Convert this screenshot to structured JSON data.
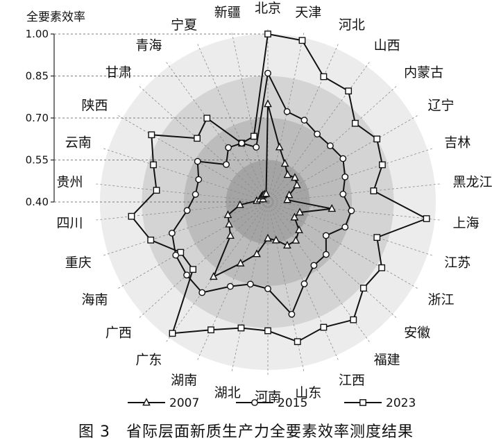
{
  "caption": "图 3　省际层面新质生产力全要素效率测度结果",
  "chart_data": {
    "type": "radar",
    "ylabel": "全要素效率",
    "rlim": [
      0.4,
      1.0
    ],
    "ticks": [
      "0.40",
      "0.55",
      "0.70",
      "0.85",
      "1.00"
    ],
    "tick_values": [
      0.4,
      0.55,
      0.7,
      0.85,
      1.0
    ],
    "categories": [
      "北京",
      "天津",
      "河北",
      "山西",
      "内蒙古",
      "辽宁",
      "吉林",
      "黑龙江",
      "上海",
      "江苏",
      "浙江",
      "安徽",
      "福建",
      "江西",
      "山东",
      "河南",
      "湖北",
      "湖南",
      "广东",
      "广西",
      "海南",
      "重庆",
      "四川",
      "贵州",
      "云南",
      "陕西",
      "甘肃",
      "青海",
      "宁夏",
      "新疆"
    ],
    "series": [
      {
        "name": "2007",
        "marker": "triangle",
        "values": [
          0.75,
          0.6,
          0.55,
          0.52,
          0.53,
          0.52,
          0.48,
          0.47,
          0.63,
          0.52,
          0.51,
          0.55,
          0.57,
          0.57,
          0.54,
          0.53,
          0.59,
          0.64,
          0.73,
          0.58,
          0.56,
          0.55,
          0.5,
          0.44,
          0.43,
          0.42,
          0.43,
          0.43,
          0.43,
          0.43
        ]
      },
      {
        "name": "2015",
        "marker": "circle",
        "values": [
          0.86,
          0.73,
          0.72,
          0.7,
          0.7,
          0.71,
          0.69,
          0.67,
          0.7,
          0.69,
          0.64,
          0.68,
          0.68,
          0.72,
          0.81,
          0.71,
          0.7,
          0.73,
          0.8,
          0.79,
          0.78,
          0.76,
          0.69,
          0.66,
          0.66,
          0.69,
          0.6,
          0.64,
          0.63,
          0.6
        ]
      },
      {
        "name": "2023",
        "marker": "square",
        "values": [
          1.0,
          0.99,
          0.89,
          0.89,
          0.82,
          0.85,
          0.83,
          0.78,
          0.97,
          0.81,
          0.87,
          0.86,
          0.92,
          0.89,
          0.91,
          0.86,
          0.86,
          0.9,
          0.98,
          0.76,
          0.76,
          0.84,
          0.89,
          0.8,
          0.83,
          0.88,
          0.74,
          0.77,
          0.63,
          0.64
        ]
      }
    ],
    "legend": "bottom",
    "grid": true
  }
}
